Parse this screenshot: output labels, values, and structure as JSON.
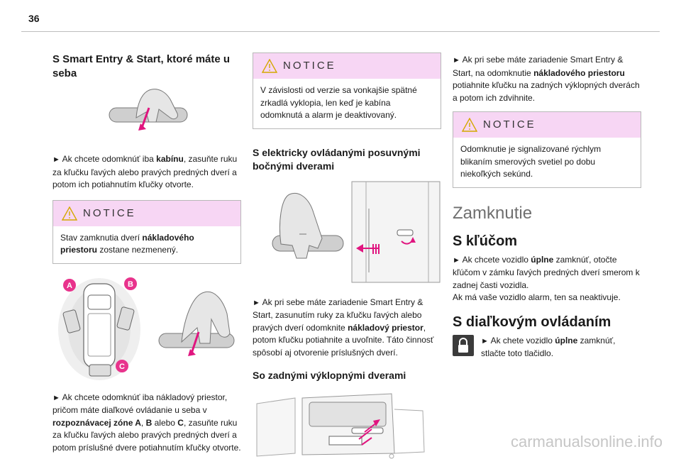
{
  "page": {
    "number": "36"
  },
  "col1": {
    "heading": "S Smart Entry & Start, ktoré máte u seba",
    "para1": {
      "arrow": "►",
      "pre": "Ak chcete odomknúť iba ",
      "bold": "kabínu",
      "post": ", zasuňte ruku za kľučku ľavých alebo pravých predných dverí a potom ich potiahnutím kľučky otvorte."
    },
    "notice": {
      "label": "NOTICE",
      "pre": "Stav zamknutia dverí ",
      "bold": "nákladového priestoru",
      "post": " zostane nezmenený."
    },
    "zones": {
      "a": "A",
      "b": "B",
      "c": "C"
    },
    "para2": {
      "arrow": "►",
      "p1": "Ak chcete odomknúť iba nákladový priestor, pričom máte diaľkové ovládanie u seba v ",
      "b1": "rozpoznávacej zóne A",
      "p2": ", ",
      "b2": "B",
      "p3": " alebo ",
      "b3": "C",
      "p4": ", zasuňte ruku za kľučku ľavých alebo pravých predných dverí a potom príslušné dvere potiahnutím kľučky otvorte."
    }
  },
  "col2": {
    "notice": {
      "label": "NOTICE",
      "text": "V závislosti od verzie sa vonkajšie spätné zrkadlá vyklopia, len keď je kabína odomknutá a alarm je deaktivovaný."
    },
    "heading1": "S elektricky ovládanými posuvnými bočnými dverami",
    "para1": {
      "arrow": "►",
      "pre": "Ak pri sebe máte zariadenie Smart Entry & Start, zasunutím ruky za kľučku ľavých alebo pravých dverí odomknite ",
      "bold": "nákladový priestor",
      "post": ", potom kľučku potiahnite a uvoľnite. Táto činnosť spôsobí aj otvorenie príslušných dverí."
    },
    "heading2": "So zadnými výklopnými dverami"
  },
  "col3": {
    "para1": {
      "arrow": "►",
      "pre": "Ak pri sebe máte zariadenie Smart Entry & Start, na odomknutie ",
      "bold": "nákladového priestoru",
      "post": " potiahnite kľučku na zadných výklopných dverách a potom ich zdvihnite."
    },
    "notice": {
      "label": "NOTICE",
      "text": "Odomknutie je signalizované rýchlym blikaním smerových svetiel po dobu niekoľkých sekúnd."
    },
    "title": "Zamknutie",
    "heading_key": "S kľúčom",
    "para_key": {
      "arrow": "►",
      "pre": "Ak chcete vozidlo ",
      "bold": "úplne",
      "post": " zamknúť, otočte kľúčom v zámku ľavých predných dverí smerom k zadnej časti vozidla.",
      "line2": "Ak má vaše vozidlo alarm, ten sa neaktivuje."
    },
    "heading_remote": "S diaľkovým ovládaním",
    "para_remote": {
      "arrow": "►",
      "pre": "Ak chete vozidlo ",
      "bold": "úplne",
      "post": " zamknúť, stlačte toto tlačidlo."
    }
  },
  "watermark": "carmanualsonline.info",
  "colors": {
    "notice_bg": "#f7d6f4",
    "accent_pink": "#e0157f",
    "zone_pink": "#e8338c",
    "title_gray": "#6f6f6f"
  }
}
